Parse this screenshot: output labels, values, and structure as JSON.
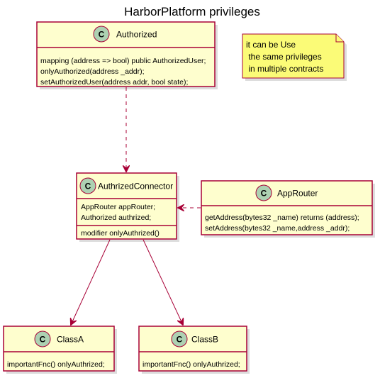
{
  "title": "HarborPlatform privileges",
  "badge_letter": "C",
  "classes": {
    "authorized": {
      "name": "Authorized",
      "fields": [
        "mapping (address => bool) public AuthorizedUser;",
        "onlyAuthorized(address _addr);",
        "setAuthorizedUser(address addr, bool state);"
      ]
    },
    "authrized_connector": {
      "name": "AuthrizedConnector",
      "fields": [
        "AppRouter appRouter;",
        "Authorized authrized;"
      ],
      "methods": [
        "modifier onlyAuthrized()"
      ]
    },
    "app_router": {
      "name": "AppRouter",
      "fields": [
        "getAddress(bytes32 _name) returns (address);",
        "setAddress(bytes32 _name,address _addr);"
      ]
    },
    "class_a": {
      "name": "ClassA",
      "fields": [
        "importantFnc() onlyAuthrized;"
      ]
    },
    "class_b": {
      "name": "ClassB",
      "fields": [
        "importantFnc() onlyAuthrized;"
      ]
    }
  },
  "note": {
    "lines": [
      "it can be Use",
      " the same privileges",
      " in multiple contracts"
    ]
  },
  "colors": {
    "class_fill": "#FEFECE",
    "border": "#A80036",
    "badge": "#ADD1B2",
    "note_fill": "#FBFB77"
  }
}
